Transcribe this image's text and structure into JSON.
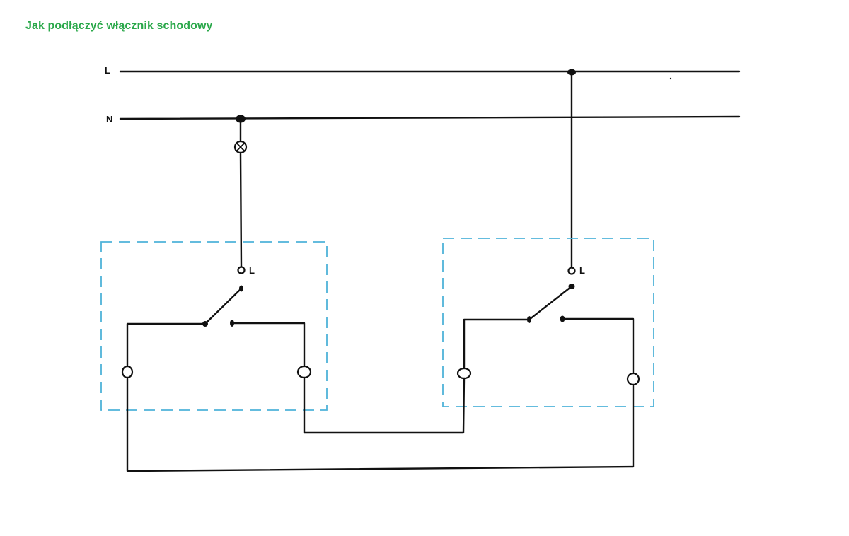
{
  "title": "Jak podłączyć włącznik schodowy",
  "colors": {
    "title": "#2aa84a",
    "box_border": "#4fb3d9",
    "wire": "#111111"
  },
  "lines": {
    "live": "L",
    "neutral": "N"
  },
  "lamp": {
    "icon": "lamp-cross-icon"
  },
  "switches": [
    {
      "name": "switch-1",
      "input_label": "L"
    },
    {
      "name": "switch-2",
      "input_label": "L"
    }
  ]
}
